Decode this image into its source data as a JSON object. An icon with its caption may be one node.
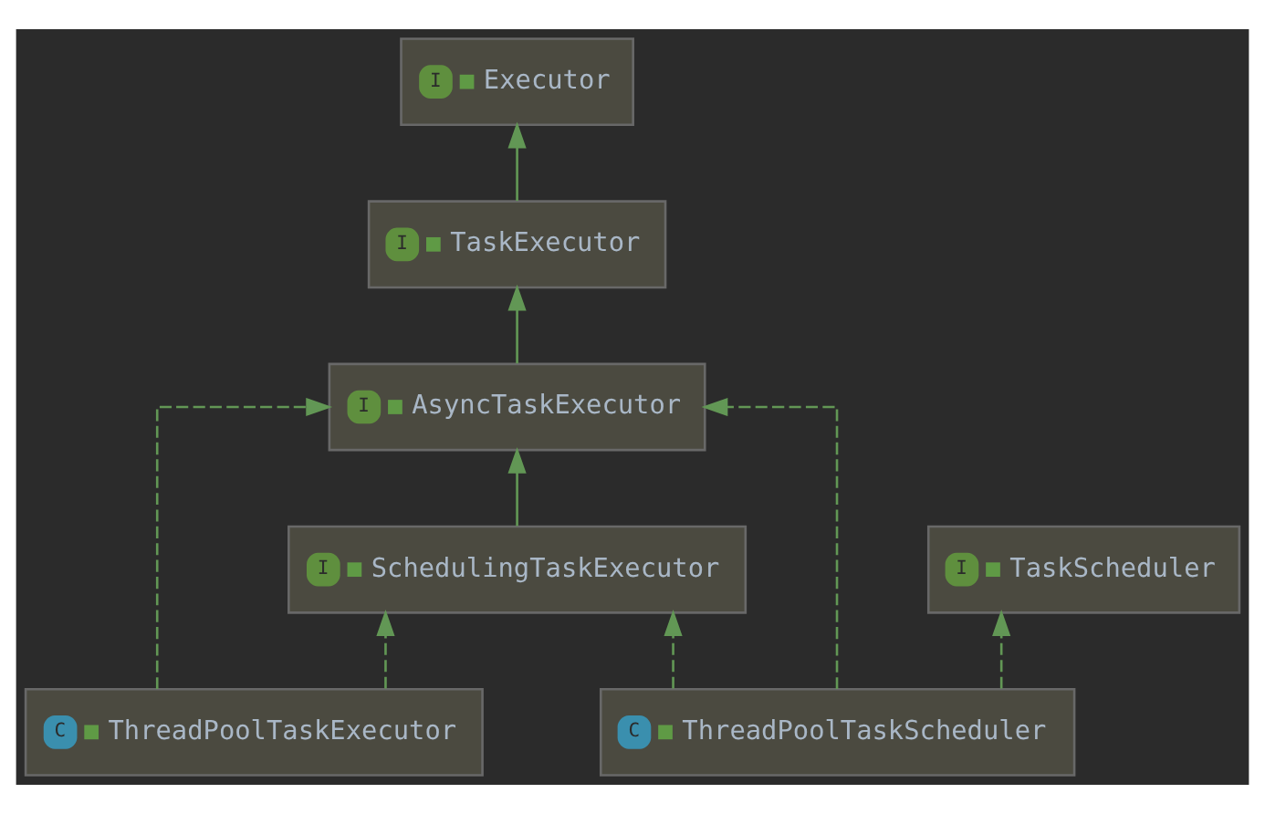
{
  "diagram": {
    "nodes": [
      {
        "text": [
          "I",
          "Executor"
        ]
      },
      {
        "text": [
          "I",
          "TaskExecutor"
        ]
      },
      {
        "text": [
          "I",
          "AsyncTaskExecutor"
        ]
      },
      {
        "text": [
          "I",
          "SchedulingTaskExecutor"
        ]
      },
      {
        "text": [
          "I",
          "TaskScheduler"
        ]
      },
      {
        "text": [
          "C",
          "ThreadPoolTaskExecutor"
        ]
      },
      {
        "text": [
          "C",
          "ThreadPoolTaskScheduler"
        ]
      }
    ],
    "edges": [
      {
        "from": 1,
        "to": 0,
        "arrow": "to"
      },
      {
        "from": 2,
        "to": 1,
        "arrow": "to"
      },
      {
        "from": 3,
        "to": 2,
        "arrow": "to"
      },
      {
        "from": 5,
        "to": 2,
        "arrow": "to",
        "style": "dashed"
      },
      {
        "from": 5,
        "to": 3,
        "arrow": "to",
        "style": "dashed"
      },
      {
        "from": 6,
        "to": 3,
        "arrow": "to",
        "style": "dashed"
      },
      {
        "from": 6,
        "to": 2,
        "arrow": "to",
        "style": "dashed"
      },
      {
        "from": 6,
        "to": 4,
        "arrow": "to",
        "style": "dashed"
      }
    ]
  }
}
